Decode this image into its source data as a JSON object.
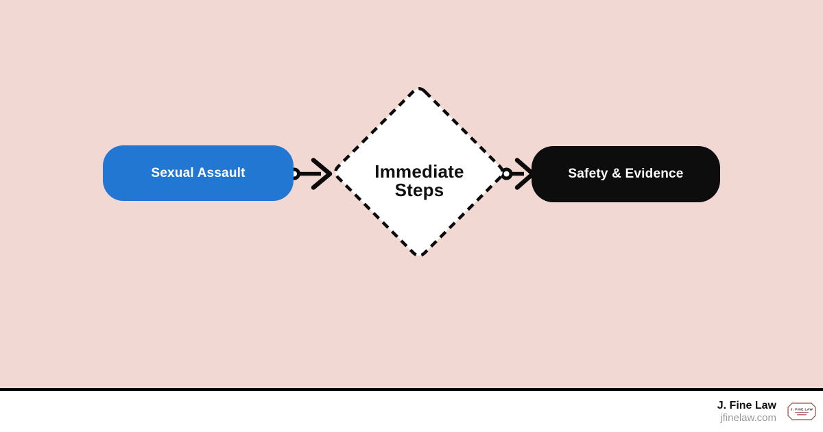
{
  "page": {
    "background": "#f2d8d3"
  },
  "flowchart": {
    "node_start": {
      "label": "Sexual Assault",
      "shape": "rounded-rectangle",
      "fill": "#2277d3",
      "text_color": "#ffffff"
    },
    "node_decision": {
      "label": "Immediate Steps",
      "shape": "dashed-diamond",
      "fill": "#ffffff",
      "text_color": "#111111"
    },
    "node_end": {
      "label": "Safety & Evidence",
      "shape": "rounded-rectangle",
      "fill": "#0d0d0d",
      "text_color": "#ffffff"
    },
    "connector_color": "#0b0b0b",
    "connector_style": "circle-start-arrow-end"
  },
  "footer": {
    "brand_name": "J. Fine Law",
    "website": "jfinelaw.com",
    "divider_color": "#000000",
    "logo": {
      "text": "J. FINE LAW",
      "accent": "#9c4a44"
    }
  }
}
